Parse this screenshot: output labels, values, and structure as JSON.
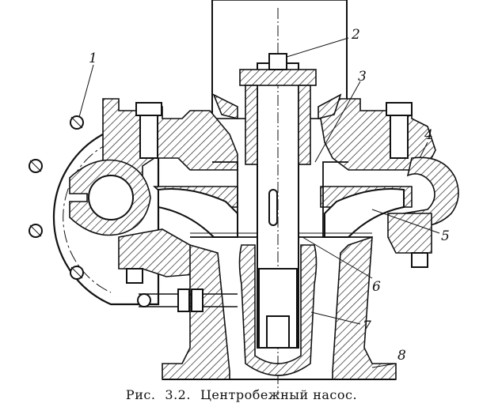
{
  "figure": {
    "callouts": [
      {
        "id": "1",
        "label": "1"
      },
      {
        "id": "2",
        "label": "2"
      },
      {
        "id": "3",
        "label": "3"
      },
      {
        "id": "4",
        "label": "4"
      },
      {
        "id": "5",
        "label": "5"
      },
      {
        "id": "6",
        "label": "6"
      },
      {
        "id": "7",
        "label": "7"
      },
      {
        "id": "8",
        "label": "8"
      }
    ],
    "caption": {
      "prefix": "Рис.",
      "number": "3.2.",
      "title": "Центробежный насос."
    }
  }
}
